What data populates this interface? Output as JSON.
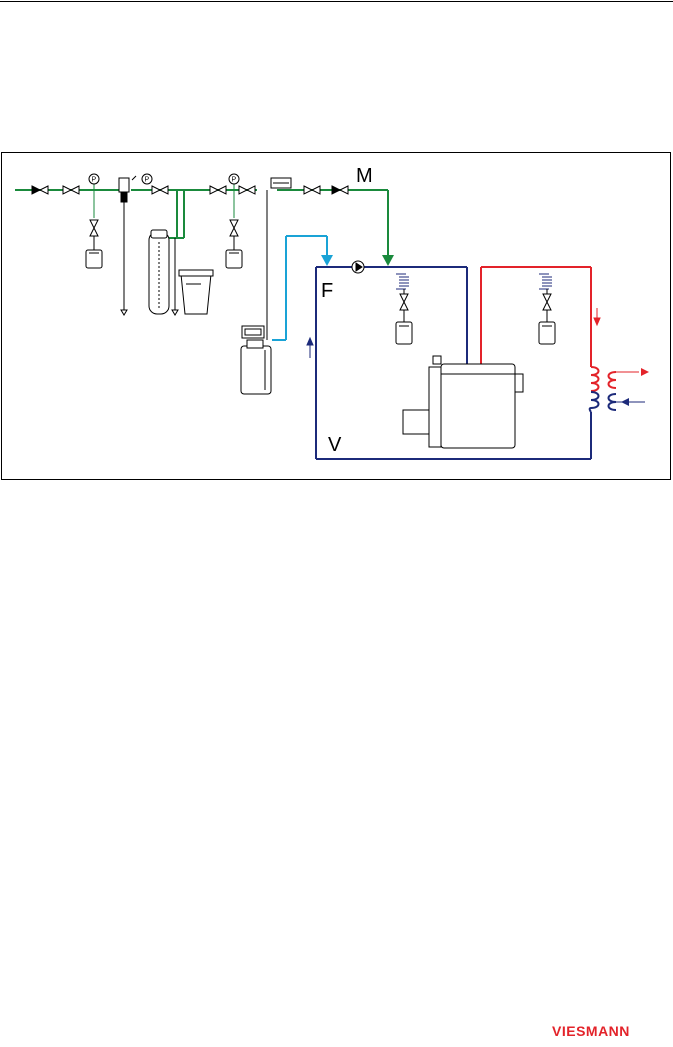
{
  "diagram": {
    "labels": {
      "main_supply": "M",
      "flow": "F",
      "return": "V"
    },
    "gauge_symbol": "P",
    "colors": {
      "mains_pipe": "#1a8a3c",
      "treated_pipe": "#1aa3d6",
      "boiler_circuit": "#1c2a7a",
      "hot_circuit": "#e3232a",
      "outline": "#000000"
    },
    "components": [
      "stop-valve",
      "check-valve",
      "pressure-gauge",
      "filter",
      "softener-column",
      "salt-tank",
      "dosing-unit",
      "circulation-pump",
      "safety-valve",
      "expansion-vessel",
      "boiler",
      "heat-exchanger",
      "flow-arrow"
    ]
  },
  "footer": {
    "logo": "VIESMANN"
  }
}
